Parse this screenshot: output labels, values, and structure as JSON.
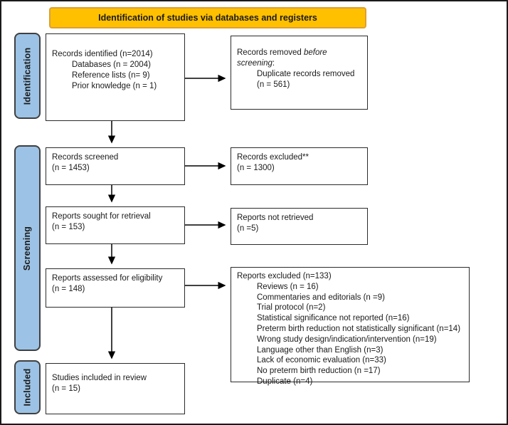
{
  "banner": {
    "label": "Identification of studies via databases and registers"
  },
  "stages": [
    {
      "label": "Identification"
    },
    {
      "label": "Screening"
    },
    {
      "label": "Included"
    }
  ],
  "boxes": {
    "identified": {
      "title": "Records identified (n=2014)",
      "items": [
        "Databases (n = 2004)",
        "Reference lists (n= 9)",
        "Prior knowledge (n = 1)"
      ]
    },
    "removed": {
      "title_pre": "Records removed ",
      "title_italic": "before screening",
      "title_post": ":",
      "items": [
        "Duplicate records removed (n = 561)"
      ]
    },
    "screened": {
      "line1": "Records screened",
      "line2": "(n = 1453)"
    },
    "excluded": {
      "line1": "Records excluded**",
      "line2": "(n = 1300)"
    },
    "sought": {
      "line1": "Reports sought for retrieval",
      "line2": "(n = 153)"
    },
    "not_retrieved": {
      "line1": "Reports not retrieved",
      "line2": "(n =5)"
    },
    "assessed": {
      "line1": "Reports assessed for eligibility",
      "line2": "(n = 148)"
    },
    "reports_excluded": {
      "title": "Reports excluded (n=133)",
      "items": [
        "Reviews (n = 16)",
        "Commentaries and editorials (n =9)",
        "Trial protocol (n=2)",
        "Statistical significance not reported (n=16)",
        "Preterm birth reduction not statistically significant (n=14)",
        "Wrong study design/indication/intervention (n=19)",
        "Language other than English (n=3)",
        "Lack of economic evaluation (n=33)",
        "No preterm birth reduction (n =17)",
        "Duplicate (n=4)"
      ]
    },
    "included": {
      "line1": "Studies included in review",
      "line2": "(n = 15)"
    }
  },
  "colors": {
    "banner_fill": "#FFC000",
    "banner_border": "#DD9F33",
    "stage_fill": "#9CC3E5",
    "stage_border": "#404040",
    "box_border": "#2B2B2B",
    "arrow": "#000000"
  }
}
